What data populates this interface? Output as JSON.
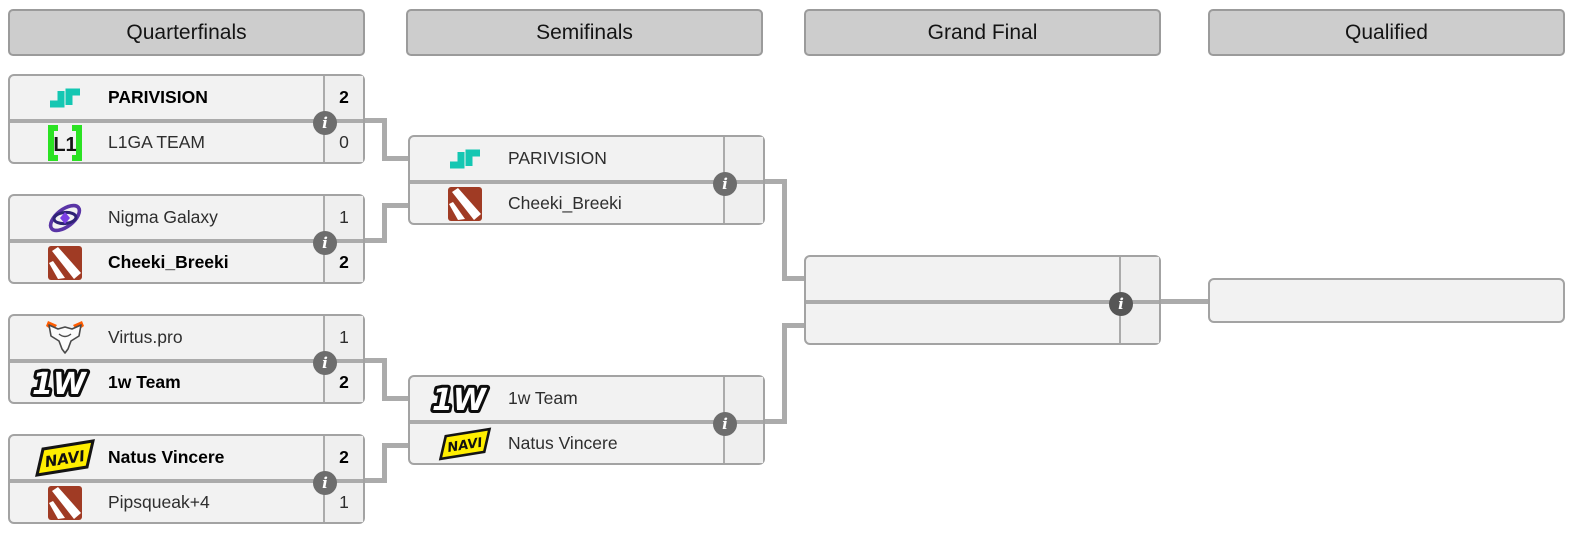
{
  "columns": [
    {
      "label": "Quarterfinals"
    },
    {
      "label": "Semifinals"
    },
    {
      "label": "Grand Final"
    },
    {
      "label": "Qualified"
    }
  ],
  "rounds": {
    "quarterfinals": {
      "matches": [
        {
          "top": {
            "name": "PARIVISION",
            "icon": "parivision-logo",
            "score": "2",
            "winner": true
          },
          "bottom": {
            "name": "L1GA TEAM",
            "icon": "l1ga-team-logo",
            "score": "0",
            "winner": false
          }
        },
        {
          "top": {
            "name": "Nigma Galaxy",
            "icon": "nigma-galaxy-logo",
            "score": "1",
            "winner": false
          },
          "bottom": {
            "name": "Cheeki_Breeki",
            "icon": "dota2-logo",
            "score": "2",
            "winner": true
          }
        },
        {
          "top": {
            "name": "Virtus.pro",
            "icon": "virtus-pro-logo",
            "score": "1",
            "winner": false
          },
          "bottom": {
            "name": "1w Team",
            "icon": "1w-team-logo",
            "score": "2",
            "winner": true
          }
        },
        {
          "top": {
            "name": "Natus Vincere",
            "icon": "natus-vincere-logo",
            "score": "2",
            "winner": true
          },
          "bottom": {
            "name": "Pipsqueak+4",
            "icon": "dota2-logo",
            "score": "1",
            "winner": false
          }
        }
      ]
    },
    "semifinals": {
      "matches": [
        {
          "top": {
            "name": "PARIVISION",
            "icon": "parivision-logo",
            "score": "",
            "winner": false
          },
          "bottom": {
            "name": "Cheeki_Breeki",
            "icon": "dota2-logo",
            "score": "",
            "winner": false
          }
        },
        {
          "top": {
            "name": "1w Team",
            "icon": "1w-team-logo",
            "score": "",
            "winner": false
          },
          "bottom": {
            "name": "Natus Vincere",
            "icon": "natus-vincere-logo",
            "score": "",
            "winner": false
          }
        }
      ]
    },
    "grand_final": {
      "matches": [
        {
          "top": {
            "name": "",
            "score": "",
            "winner": false
          },
          "bottom": {
            "name": "",
            "score": "",
            "winner": false
          }
        }
      ]
    },
    "qualified": {
      "slots": [
        {
          "name": ""
        }
      ]
    }
  },
  "info_icon": {
    "glyph": "i"
  },
  "colors": {
    "header_bg": "#cdcdcd",
    "box_bg": "#f2f2f2",
    "score_bg": "#efefef",
    "border": "#a3a3a3",
    "connector": "#ababab",
    "info_badge": "#6d6d6d",
    "info_badge_dark": "#565656",
    "winner_text": "#000000",
    "team_text": "#2e2e2e",
    "parivision_teal": "#14c7b2",
    "l1ga_green": "#2be223",
    "nigma_purple": "#5a35a6",
    "dota_red": "#a03b24",
    "virtus_orange": "#ff5c00",
    "navi_yellow": "#ffee00"
  }
}
